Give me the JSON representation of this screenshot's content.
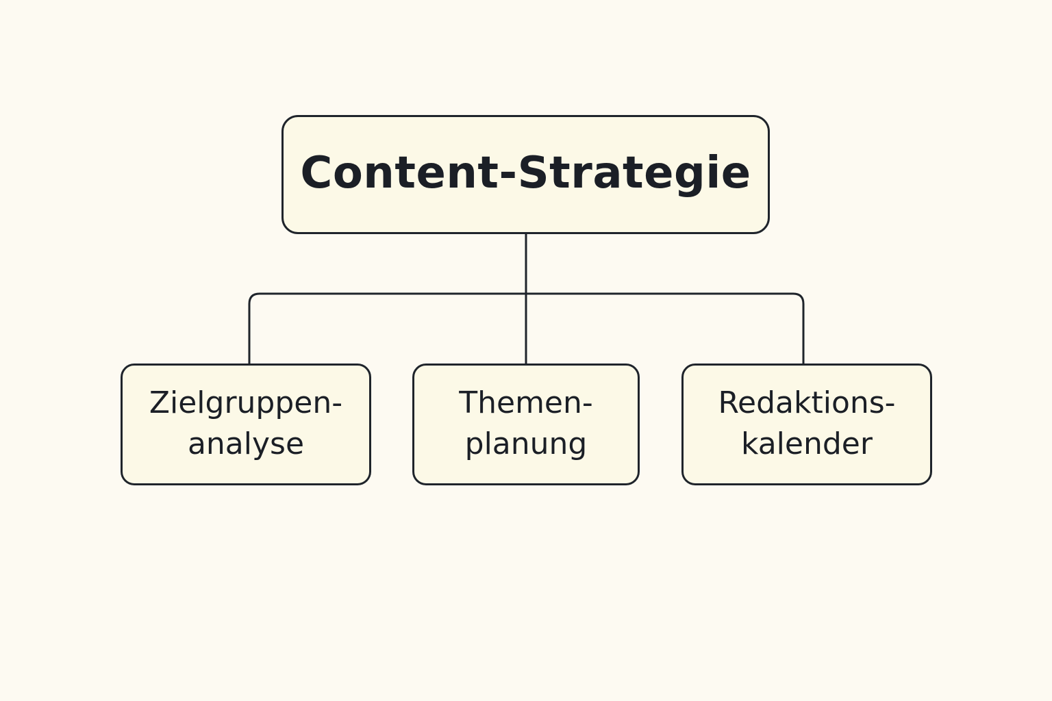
{
  "diagram": {
    "root": {
      "label": "Content-Strategie"
    },
    "children": [
      {
        "line1": "Zielgruppen-",
        "line2": "analyse"
      },
      {
        "line1": "Themen-",
        "line2": "planung"
      },
      {
        "line1": "Redaktions-",
        "line2": "kalender"
      }
    ],
    "colors": {
      "background": "#fdfaf2",
      "node_fill": "#fcf9e7",
      "stroke": "#1f242b",
      "text": "#1b1f26"
    }
  }
}
